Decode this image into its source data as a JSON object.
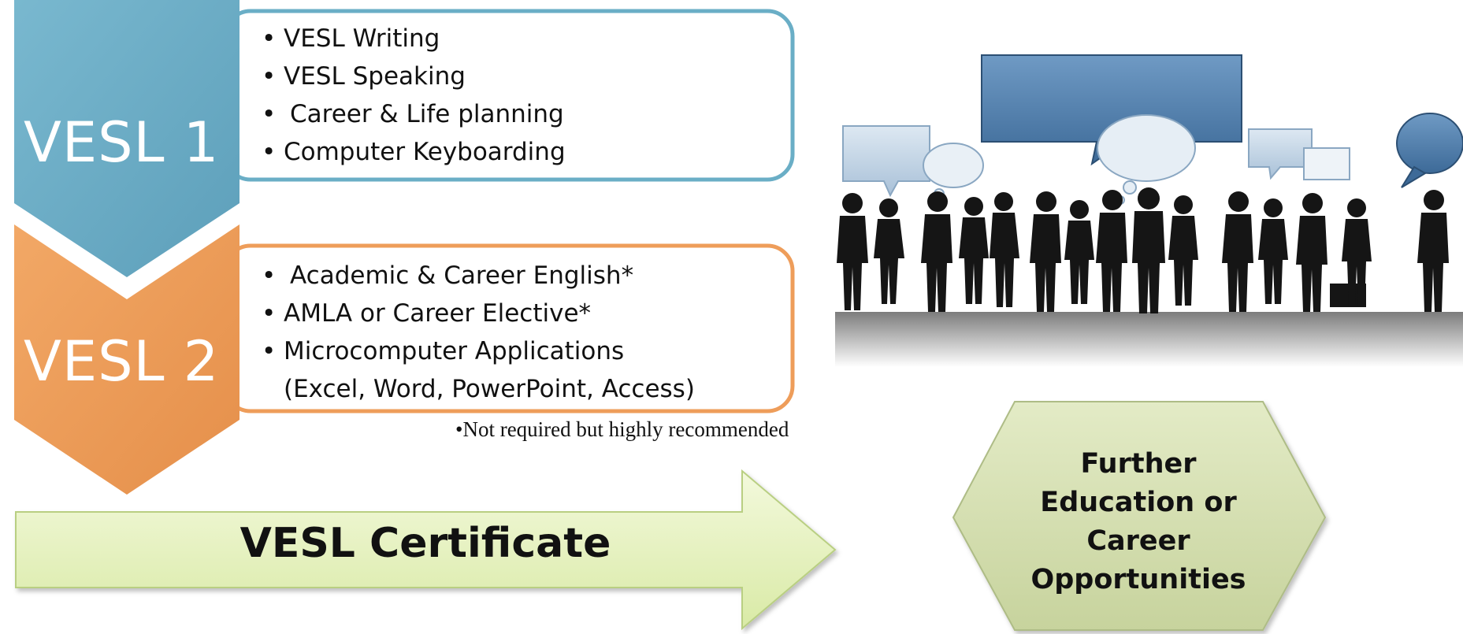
{
  "stage1": {
    "label": "VESL 1",
    "color": "#6aaec6",
    "items": [
      "VESL Writing",
      "VESL Speaking",
      "Career & Life planning",
      "Computer Keyboarding"
    ]
  },
  "stage2": {
    "label": "VESL 2",
    "color": "#ee9d5a",
    "items": [
      "Academic & Career English*",
      "AMLA or Career Elective*",
      "Microcomputer Applications",
      "(Excel, Word, PowerPoint, Access)"
    ],
    "footnote": "•Not required but highly recommended"
  },
  "certificate": {
    "label": "VESL Certificate",
    "color": "#e2efb8"
  },
  "outcome": {
    "lines": [
      "Further",
      "Education or",
      "Career",
      "Opportunities"
    ],
    "color": "#d3ddb0"
  },
  "illustration": {
    "icon": "business-people-speech-bubbles-icon"
  }
}
